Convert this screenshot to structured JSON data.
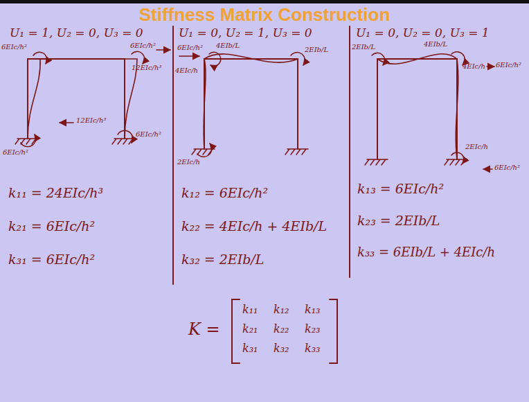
{
  "diagram": {
    "title": "Stiffness Matrix Construction",
    "labels": [
      "U₁ = 1, U₂ = 0, U₃ = 0",
      "6EIc/h²",
      "6EIc/h²",
      "12EIc/h³",
      "12EIc/h³",
      "6EIc/h²",
      "6EIc/h²",
      "k₁₁ = 24EIc/h³",
      "k₂₁ = 6EIc/h²",
      "k₃₁ = 6EIc/h²",
      "U₁ = 0, U₂ = 1, U₃ = 0",
      "6EIc/h²",
      "4EIc/h",
      "4EIb/L",
      "2EIb/L",
      "2EIc/h",
      "k₁₂ = 6EIc/h²",
      "k₂₂ = 4EIc/h + 4EIb/L",
      "k₃₂ = 2EIb/L",
      "U₁ = 0, U₂ = 0, U₃ = 1",
      "2EIb/L",
      "4EIb/L",
      "4EIc/h",
      "6EIc/h²",
      "2EIc/h",
      "6EIc/h²",
      "k₁₃ = 6EIc/h²",
      "k₂₃ = 2EIb/L",
      "k₃₃ = 6EIb/L + 4EIc/h",
      "K =",
      "k₁₁",
      "k₁₂",
      "k₁₃",
      "k₂₁",
      "k₂₂",
      "k₂₃",
      "k₃₁",
      "k₃₂",
      "k₃₃"
    ]
  }
}
